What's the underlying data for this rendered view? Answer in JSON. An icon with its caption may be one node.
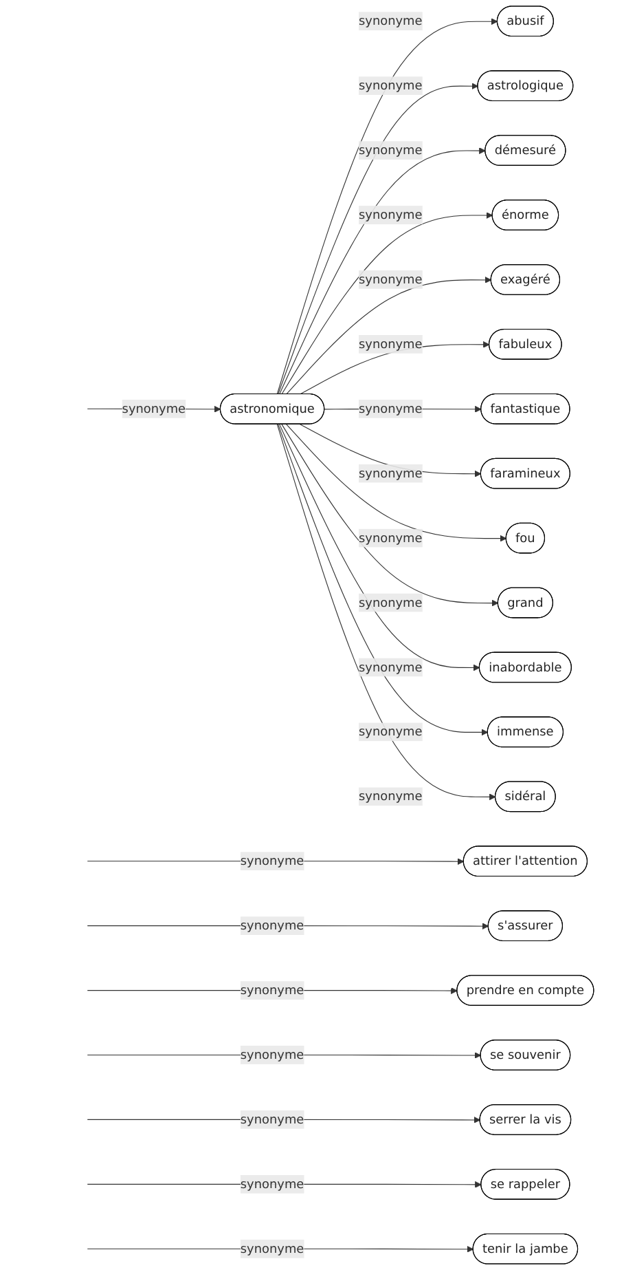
{
  "diagram": {
    "nodes": [
      {
        "text": [
          "astronomique"
        ]
      },
      {
        "text": [
          "abusif"
        ]
      },
      {
        "text": [
          "astrologique"
        ]
      },
      {
        "text": [
          "démesuré"
        ]
      },
      {
        "text": [
          "énorme"
        ]
      },
      {
        "text": [
          "exagéré"
        ]
      },
      {
        "text": [
          "fabuleux"
        ]
      },
      {
        "text": [
          "attirer l'attention"
        ]
      },
      {
        "text": [
          "fantastique"
        ]
      },
      {
        "text": [
          "s'assurer"
        ]
      },
      {
        "text": [
          "faramineux"
        ]
      },
      {
        "text": [
          "prendre en compte"
        ]
      },
      {
        "text": [
          "fou"
        ]
      },
      {
        "text": [
          "se souvenir"
        ]
      },
      {
        "text": [
          "grand"
        ]
      },
      {
        "text": [
          "serrer la vis"
        ]
      },
      {
        "text": [
          "inabordable"
        ]
      },
      {
        "text": [
          "se rappeler"
        ]
      },
      {
        "text": [
          "immense"
        ]
      },
      {
        "text": [
          "tenir la jambe"
        ]
      },
      {
        "text": [
          "sidéral"
        ]
      }
    ],
    "edges": [
      {
        "from": null,
        "to": 0,
        "arrow": "to",
        "label": "synonyme"
      },
      {
        "from": 0,
        "to": 1,
        "arrow": "to",
        "label": "synonyme"
      },
      {
        "from": 0,
        "to": 2,
        "arrow": "to",
        "label": "synonyme"
      },
      {
        "from": 0,
        "to": 3,
        "arrow": "to",
        "label": "synonyme"
      },
      {
        "from": 0,
        "to": 4,
        "arrow": "to",
        "label": "synonyme"
      },
      {
        "from": 0,
        "to": 5,
        "arrow": "to",
        "label": "synonyme"
      },
      {
        "from": 0,
        "to": 6,
        "arrow": "to",
        "label": "synonyme"
      },
      {
        "from": null,
        "to": 7,
        "arrow": "to",
        "label": "synonyme"
      },
      {
        "from": 0,
        "to": 8,
        "arrow": "to",
        "label": "synonyme"
      },
      {
        "from": null,
        "to": 9,
        "arrow": "to",
        "label": "synonyme"
      },
      {
        "from": 0,
        "to": 10,
        "arrow": "to",
        "label": "synonyme"
      },
      {
        "from": null,
        "to": 11,
        "arrow": "to",
        "label": "synonyme"
      },
      {
        "from": 0,
        "to": 12,
        "arrow": "to",
        "label": "synonyme"
      },
      {
        "from": null,
        "to": 13,
        "arrow": "to",
        "label": "synonyme"
      },
      {
        "from": 0,
        "to": 14,
        "arrow": "to",
        "label": "synonyme"
      },
      {
        "from": null,
        "to": 15,
        "arrow": "to",
        "label": "synonyme"
      },
      {
        "from": 0,
        "to": 16,
        "arrow": "to",
        "label": "synonyme"
      },
      {
        "from": null,
        "to": 17,
        "arrow": "to",
        "label": "synonyme"
      },
      {
        "from": 0,
        "to": 18,
        "arrow": "to",
        "label": "synonyme"
      },
      {
        "from": null,
        "to": 19,
        "arrow": "to",
        "label": "synonyme"
      },
      {
        "from": 0,
        "to": 20,
        "arrow": "to",
        "label": "synonyme"
      }
    ]
  }
}
